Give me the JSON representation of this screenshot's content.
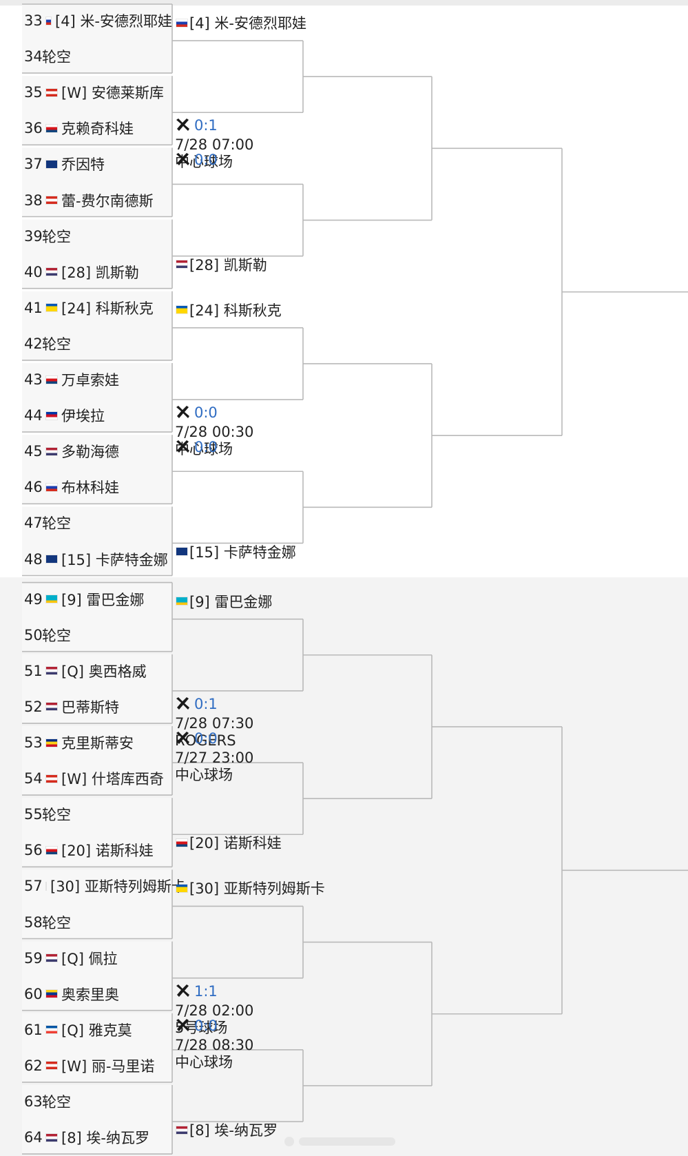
{
  "colors": {
    "score": "#2f6cc2",
    "line": "#b9b9b9",
    "slot_bg": "#f7f7f7",
    "section_bg": "#f1f1f1"
  },
  "flags": {
    "rus": [
      "#ffffff",
      "#1c3fb0",
      "#d52b1e"
    ],
    "can": [
      "#d52b1e",
      "#ffffff",
      "#d52b1e"
    ],
    "cze": [
      "#ffffff",
      "#d7141a",
      "#11457e"
    ],
    "aus": [
      "#12367d",
      "#12367d",
      "#12367d"
    ],
    "usa": [
      "#b22234",
      "#ffffff",
      "#3c3b6e"
    ],
    "ukr": [
      "#0057b7",
      "#ffd700",
      "#ffd700"
    ],
    "phi": [
      "#0038a8",
      "#ce1126",
      "#ffffff"
    ],
    "kaz": [
      "#00afca",
      "#00afca",
      "#fec50c"
    ],
    "rou": [
      "#002b7f",
      "#fcd116",
      "#ce1126"
    ],
    "col": [
      "#fcd116",
      "#003893",
      "#ce1126"
    ],
    "fra": [
      "#0055a4",
      "#ffffff",
      "#ef4135"
    ]
  },
  "players": [
    {
      "num": "33",
      "flag": "rus",
      "name": "[4] 米-安德烈耶娃"
    },
    {
      "num": "34",
      "flag": "",
      "name": "轮空"
    },
    {
      "num": "35",
      "flag": "can",
      "name": "[W] 安德莱斯库"
    },
    {
      "num": "36",
      "flag": "cze",
      "name": "克赖奇科娃"
    },
    {
      "num": "37",
      "flag": "aus",
      "name": "乔因特"
    },
    {
      "num": "38",
      "flag": "can",
      "name": "蕾-费尔南德斯"
    },
    {
      "num": "39",
      "flag": "",
      "name": "轮空"
    },
    {
      "num": "40",
      "flag": "usa",
      "name": "[28] 凯斯勒"
    },
    {
      "num": "41",
      "flag": "ukr",
      "name": "[24] 科斯秋克"
    },
    {
      "num": "42",
      "flag": "",
      "name": "轮空"
    },
    {
      "num": "43",
      "flag": "cze",
      "name": "万卓索娃"
    },
    {
      "num": "44",
      "flag": "phi",
      "name": "伊埃拉"
    },
    {
      "num": "45",
      "flag": "usa",
      "name": "多勒海德"
    },
    {
      "num": "46",
      "flag": "rus",
      "name": "布林科娃"
    },
    {
      "num": "47",
      "flag": "",
      "name": "轮空"
    },
    {
      "num": "48",
      "flag": "aus",
      "name": "[15] 卡萨特金娜"
    },
    {
      "num": "49",
      "flag": "kaz",
      "name": "[9] 雷巴金娜"
    },
    {
      "num": "50",
      "flag": "",
      "name": "轮空"
    },
    {
      "num": "51",
      "flag": "usa",
      "name": "[Q] 奥西格威"
    },
    {
      "num": "52",
      "flag": "usa",
      "name": "巴蒂斯特"
    },
    {
      "num": "53",
      "flag": "rou",
      "name": "克里斯蒂安"
    },
    {
      "num": "54",
      "flag": "can",
      "name": "[W] 什塔库西奇"
    },
    {
      "num": "55",
      "flag": "",
      "name": "轮空"
    },
    {
      "num": "56",
      "flag": "cze",
      "name": "[20] 诺斯科娃"
    },
    {
      "num": "57",
      "flag": "ukr",
      "name": "[30] 亚斯特列姆斯卡"
    },
    {
      "num": "58",
      "flag": "",
      "name": "轮空"
    },
    {
      "num": "59",
      "flag": "usa",
      "name": "[Q] 佩拉"
    },
    {
      "num": "60",
      "flag": "col",
      "name": "奥索里奥"
    },
    {
      "num": "61",
      "flag": "fra",
      "name": "[Q] 雅克莫"
    },
    {
      "num": "62",
      "flag": "can",
      "name": "[W] 丽-马里诺"
    },
    {
      "num": "63",
      "flag": "",
      "name": "轮空"
    },
    {
      "num": "64",
      "flag": "usa",
      "name": "[8] 埃-纳瓦罗"
    }
  ],
  "round2": [
    {
      "kind": "adv",
      "flag": "rus",
      "name": "[4] 米-安德烈耶娃"
    },
    {
      "kind": "match",
      "score": "0:1",
      "time": "7/28 07:00",
      "court": "中心球场"
    },
    {
      "kind": "match",
      "score": "0:0",
      "time": "",
      "court": ""
    },
    {
      "kind": "adv",
      "flag": "usa",
      "name": "[28] 凯斯勒"
    },
    {
      "kind": "adv",
      "flag": "ukr",
      "name": "[24] 科斯秋克"
    },
    {
      "kind": "match",
      "score": "0:0",
      "time": "7/28 00:30",
      "court": "中心球场"
    },
    {
      "kind": "match",
      "score": "0:0",
      "time": "",
      "court": ""
    },
    {
      "kind": "adv",
      "flag": "aus",
      "name": "[15] 卡萨特金娜"
    },
    {
      "kind": "adv",
      "flag": "kaz",
      "name": "[9] 雷巴金娜"
    },
    {
      "kind": "match",
      "score": "0:1",
      "time": "7/28 07:30",
      "court": "ROGERS"
    },
    {
      "kind": "match",
      "score": "0:0",
      "time": "7/27 23:00",
      "court": "中心球场"
    },
    {
      "kind": "adv",
      "flag": "cze",
      "name": "[20] 诺斯科娃"
    },
    {
      "kind": "adv",
      "flag": "ukr",
      "name": "[30] 亚斯特列姆斯卡"
    },
    {
      "kind": "match",
      "score": "1:1",
      "time": "7/28 02:00",
      "court": "5号球场"
    },
    {
      "kind": "match",
      "score": "0:0",
      "time": "7/28 08:30",
      "court": "中心球场"
    },
    {
      "kind": "adv",
      "flag": "usa",
      "name": "[8] 埃-纳瓦罗"
    }
  ]
}
